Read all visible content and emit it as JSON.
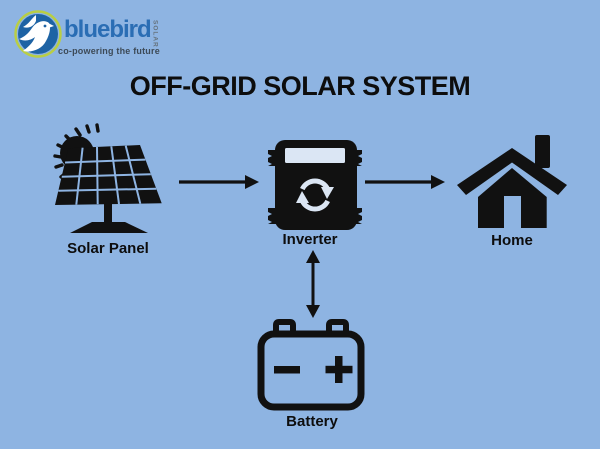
{
  "canvas": {
    "bg_color": "#8eb4e2",
    "icon_color": "#111111"
  },
  "logo": {
    "brand": "bluebird",
    "brand_vertical": "SOLAR",
    "tagline": "co-powering the future",
    "colors": {
      "circle": "#1e63a4",
      "ring": "#b9ce44",
      "brand_text": "#2a6db4",
      "tagline_text": "#3d4a57"
    }
  },
  "title": "OFF-GRID SOLAR SYSTEM",
  "diagram": {
    "nodes": [
      {
        "id": "solar-panel",
        "label": "Solar Panel"
      },
      {
        "id": "inverter",
        "label": "Inverter"
      },
      {
        "id": "home",
        "label": "Home"
      },
      {
        "id": "battery",
        "label": "Battery"
      }
    ],
    "connections": [
      {
        "from": "Solar Panel",
        "to": "Inverter",
        "style": "arrow-right"
      },
      {
        "from": "Inverter",
        "to": "Home",
        "style": "arrow-right"
      },
      {
        "from": "Inverter",
        "to": "Battery",
        "style": "arrow-double-vertical"
      }
    ]
  }
}
